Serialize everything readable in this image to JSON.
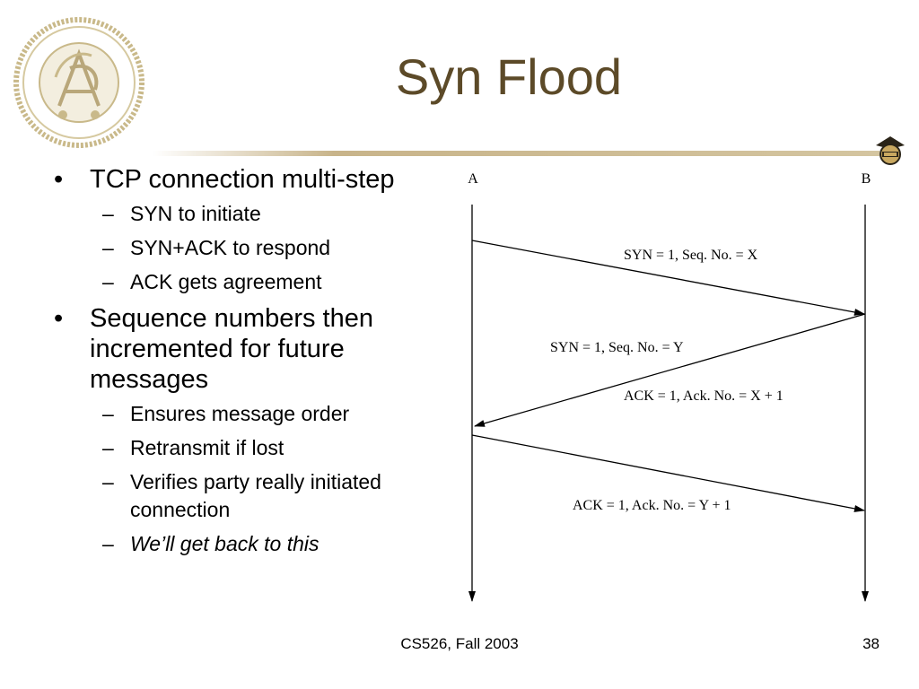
{
  "slide": {
    "title": "Syn Flood",
    "footer_center": "CS526, Fall 2003",
    "page_number": "38"
  },
  "bullets": [
    {
      "text": "TCP connection multi-step",
      "subs": [
        "SYN to initiate",
        "SYN+ACK to respond",
        "ACK gets agreement"
      ]
    },
    {
      "text": "Sequence numbers then incremented for future messages",
      "subs": [
        "Ensures message order",
        "Retransmit if lost",
        "Verifies party really initiated connection",
        "We’ll get back to this"
      ]
    }
  ],
  "diagram": {
    "left_label": "A",
    "right_label": "B",
    "msg1": "SYN = 1,  Seq. No. = X",
    "msg2a": "SYN = 1,  Seq. No. = Y",
    "msg2b": "ACK = 1,  Ack. No. = X + 1",
    "msg3": "ACK = 1,  Ack. No. = Y + 1"
  },
  "colors": {
    "title": "#5c4a28",
    "rule": "#c8b48a",
    "seal": "#c9b98a"
  }
}
